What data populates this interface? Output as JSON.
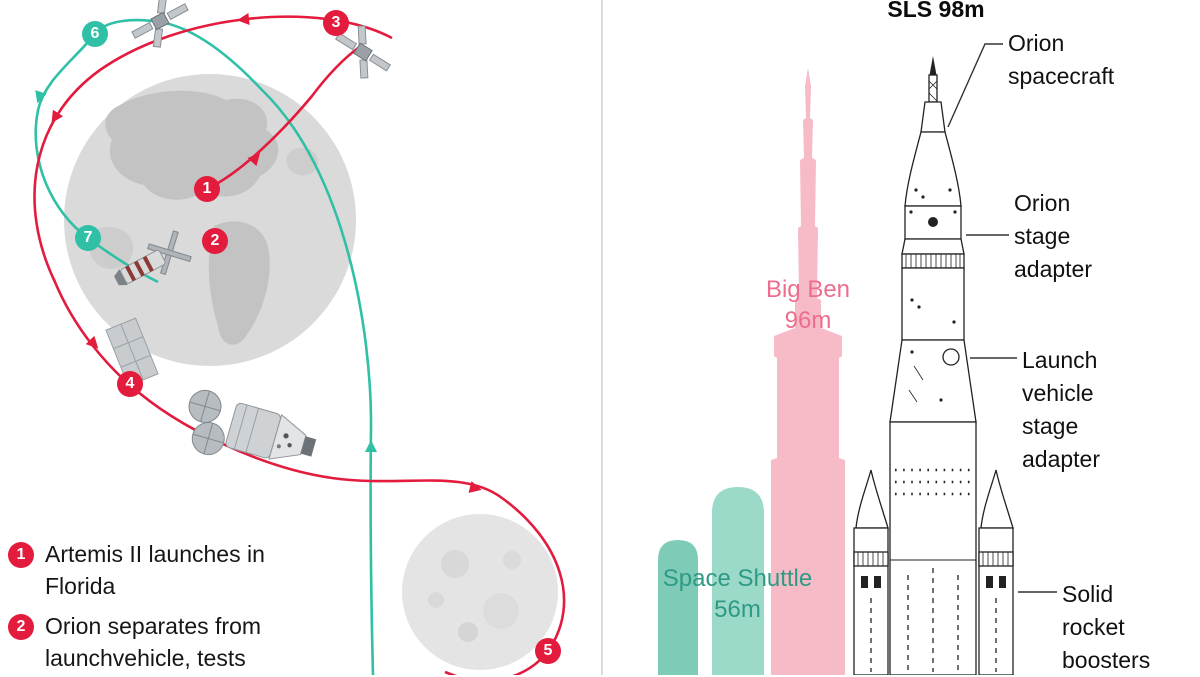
{
  "colors": {
    "trajectory_red": "#e31b3d",
    "trajectory_teal": "#2fc0a5",
    "bigben_pink": "#f7bac7",
    "bigben_text_pink": "#ed6d8e",
    "shuttle_teal": "#8fd4c1",
    "shuttle_text_teal": "#2e9a85",
    "earth_gray": "#dadada",
    "moon_gray": "#e4e4e4"
  },
  "trajectory_panel": {
    "waypoints": [
      {
        "number": "1",
        "color": "red"
      },
      {
        "number": "2",
        "color": "red"
      },
      {
        "number": "3",
        "color": "red"
      },
      {
        "number": "4",
        "color": "red"
      },
      {
        "number": "5",
        "color": "red"
      },
      {
        "number": "6",
        "color": "teal"
      },
      {
        "number": "7",
        "color": "teal"
      }
    ],
    "legend": [
      {
        "number": "1",
        "text": "Artemis II launches in Florida"
      },
      {
        "number": "2",
        "text": "Orion separates from launchvehicle, tests"
      }
    ]
  },
  "comparison_panel": {
    "title": "SLS 98m",
    "comparisons": [
      {
        "name": "Big Ben",
        "height": "96m"
      },
      {
        "name": "Space Shuttle",
        "height": "56m"
      }
    ],
    "rocket_labels": [
      "Orion spacecraft",
      "Orion stage adapter",
      "Launch vehicle stage adapter",
      "Solid rocket boosters"
    ]
  }
}
